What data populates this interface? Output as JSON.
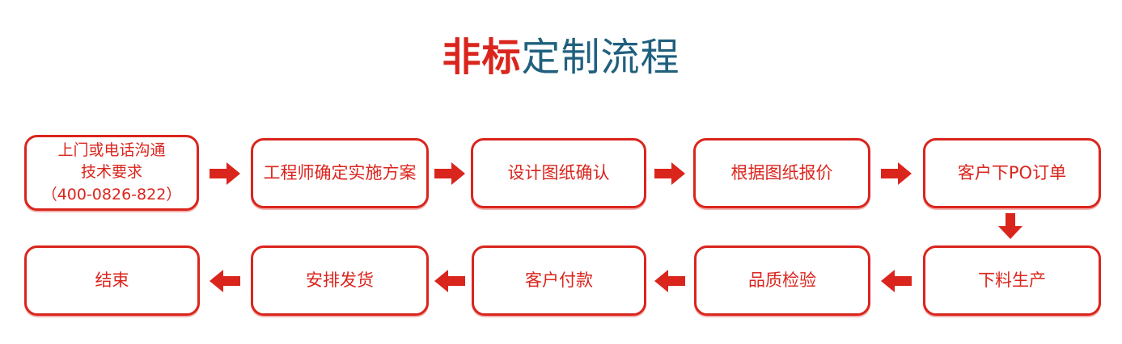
{
  "title": {
    "highlight": "非标",
    "rest": "定制流程"
  },
  "colors": {
    "red": "#da251d",
    "title_blue": "#20607e",
    "background": "#ffffff"
  },
  "flow": {
    "row1": [
      {
        "id": "step-1",
        "label": "上门或电话沟通\n技术要求\n（400-0826-822）"
      },
      {
        "id": "step-2",
        "label": "工程师确定实施方案"
      },
      {
        "id": "step-3",
        "label": "设计图纸确认"
      },
      {
        "id": "step-4",
        "label": "根据图纸报价"
      },
      {
        "id": "step-5",
        "label": "客户下PO订单"
      }
    ],
    "row2": [
      {
        "id": "step-10",
        "label": "结束"
      },
      {
        "id": "step-9",
        "label": "安排发货"
      },
      {
        "id": "step-8",
        "label": "客户付款"
      },
      {
        "id": "step-7",
        "label": "品质检验"
      },
      {
        "id": "step-6",
        "label": "下料生产"
      }
    ],
    "phone_number": "400-0826-822"
  }
}
